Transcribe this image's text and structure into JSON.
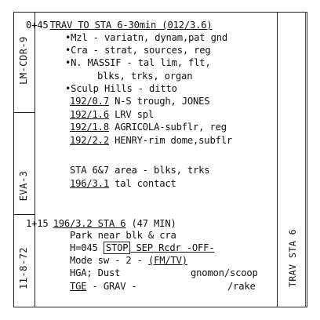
{
  "margin_left": {
    "top_label": "LM-CDR-9",
    "middle_label": "EVA-3",
    "bottom_label": "11-8-72"
  },
  "margin_right": {
    "label": "TRAV STA 6"
  },
  "lines": {
    "l01_time": "0+45",
    "l01_text": "TRAV TO STA 6-30min (012/3.6)",
    "l02": "•Mzl - variatn, dynam,pat gnd",
    "l03": "•Cra - strat, sources, reg",
    "l04": "•N. MASSIF - tal lim, flt,",
    "l05": "blks, trks, organ",
    "l06": "•Sculp Hills - ditto",
    "l07_code": "192/0.7",
    "l07_text": " N-S trough, JONES",
    "l08_code": "192/1.6",
    "l08_text": " LRV spl",
    "l09_code": "192/1.8",
    "l09_text": " AGRICOLA-subflr, reg",
    "l10_code": "192/2.2",
    "l10_text": " HENRY-rim dome,subflr",
    "l11": "STA 6&7 area - blks, trks",
    "l12_code": "196/3.1",
    "l12_text": " tal contact",
    "l13_time": "1+15",
    "l13_text": "196/3.2 STA 6",
    "l13_extra": " (47 MIN)",
    "l14": "Park near blk & cra",
    "l15_a": "H=045 ",
    "l15_stop": "STOP",
    "l15_b": " SEP Rcdr -OFF-",
    "l16_a": "Mode sw - 2 - ",
    "l16_b": "(FM/TV)",
    "l17_a": "HGA; Dust",
    "l17_b": "gnomon/scoop",
    "l18_a": "TGE",
    "l18_b": " - GRAV -",
    "l18_c": "/rake"
  }
}
